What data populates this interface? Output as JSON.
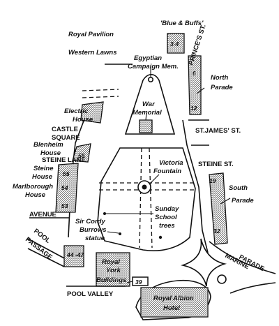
{
  "colors": {
    "ink": "#111111",
    "paper": "#ffffff",
    "hatch": "#222222"
  },
  "labels": {
    "royal_pavilion": "Royal Pavilion",
    "western_lawns": "Western Lawns",
    "egyptian_1": "Egyptian",
    "egyptian_2": "Campaign Mem.",
    "blue_buffs": "'Blue & Buffs'",
    "no_3_4": "3-4",
    "princes_st": "PRINCE'S ST.",
    "north_parade_1": "North",
    "north_parade_2": "Parade",
    "no_6": "6",
    "no_12": "12",
    "war_memorial_1": "War",
    "war_memorial_2": "Memorial",
    "electric_house_1": "Electric",
    "electric_house_2": "House",
    "castle_square_1": "CASTLE",
    "castle_square_2": "SQUARE",
    "st_james_st": "ST.JAMES' ST.",
    "blenheim_1": "Blenheim",
    "blenheim_2": "House",
    "no_56": "56",
    "steine_lane": "STEINE LANE",
    "steine_house_1": "Steine",
    "steine_house_2": "House",
    "no_55": "55",
    "no_54": "54",
    "no_53": "53",
    "marlborough_1": "Marlborough",
    "marlborough_2": "House",
    "avenue": "AVENUE",
    "victoria_fountain_1": "Victoria",
    "victoria_fountain_2": "Fountain",
    "steine_st": "STEINE ST.",
    "no_19": "19",
    "south_parade_1": "South",
    "south_parade_2": "Parade",
    "no_32": "32",
    "sunday_school_1": "Sunday",
    "sunday_school_2": "School",
    "sunday_school_3": "trees",
    "sir_cordy_1": "Sir Cordy",
    "sir_cordy_2": "Burrows",
    "sir_cordy_3": "statue",
    "pool_passage_1": "POOL",
    "pool_passage_2": "PASSAGE",
    "no_44_47": "44\n-47",
    "royal_york_1": "Royal",
    "royal_york_2": "York",
    "royal_york_3": "Buildings",
    "no_39": "39",
    "marine_parade_1": "MARINE",
    "marine_parade_2": "PARADE",
    "pool_valley": "POOL VALLEY",
    "royal_albion_1": "Royal Albion",
    "royal_albion_2": "Hotel"
  }
}
